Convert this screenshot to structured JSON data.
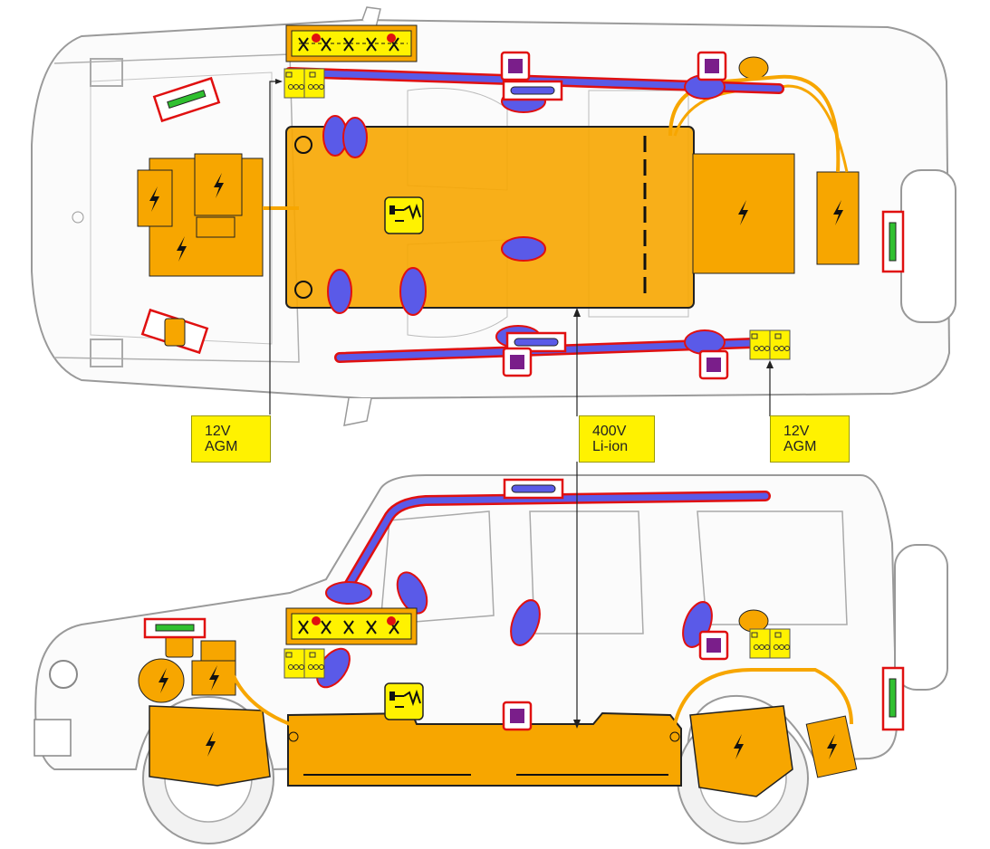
{
  "labels": {
    "battery_12v_front": {
      "line1": "12V",
      "line2": "AGM"
    },
    "battery_hv": {
      "line1": "400V",
      "line2": "Li-ion"
    },
    "battery_12v_rear": {
      "line1": "12V",
      "line2": "AGM"
    }
  },
  "icons": {
    "high_voltage": "lightning-bolt",
    "auxiliary_battery": "battery-terminals",
    "airbag_gas_generator": "gas-cylinder",
    "seatbelt_pretensioner": "purple-square",
    "srs_airbag": "blue-ellipse",
    "cut_loop": "scissors-strip",
    "gas_spring": "green-strut",
    "hv_disconnect": "resistor-switch"
  },
  "colors": {
    "high_voltage_component": "#f7a600",
    "auxiliary_battery": "#fff200",
    "airbag": "#5a5ae8",
    "airbag_border": "#e01010",
    "pretensioner": "#7a1e8a",
    "gas_strut": "#30c030",
    "outline": "#9a9a9a"
  }
}
